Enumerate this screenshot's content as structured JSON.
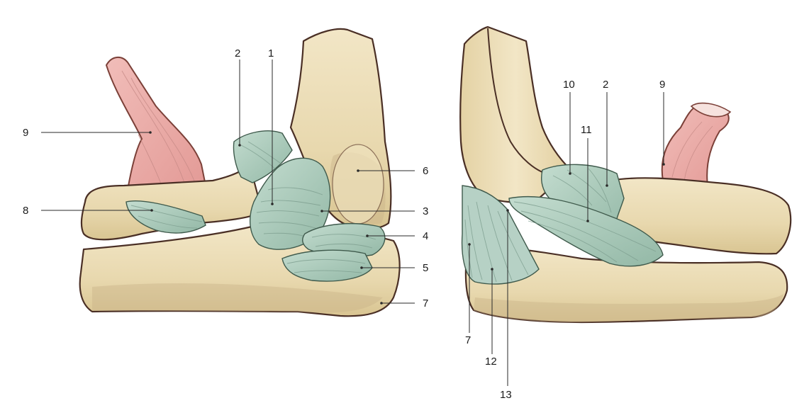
{
  "figure": {
    "left_view_labels": [
      "1",
      "2",
      "3",
      "4",
      "5",
      "6",
      "7",
      "8",
      "9"
    ],
    "right_view_labels": [
      "2",
      "7",
      "9",
      "10",
      "11",
      "12",
      "13"
    ]
  },
  "colors": {
    "bone": "#eadcb6",
    "ligament": "#a9c9bb",
    "tendon": "#e9a9a6",
    "outline": "#4a2f25"
  }
}
